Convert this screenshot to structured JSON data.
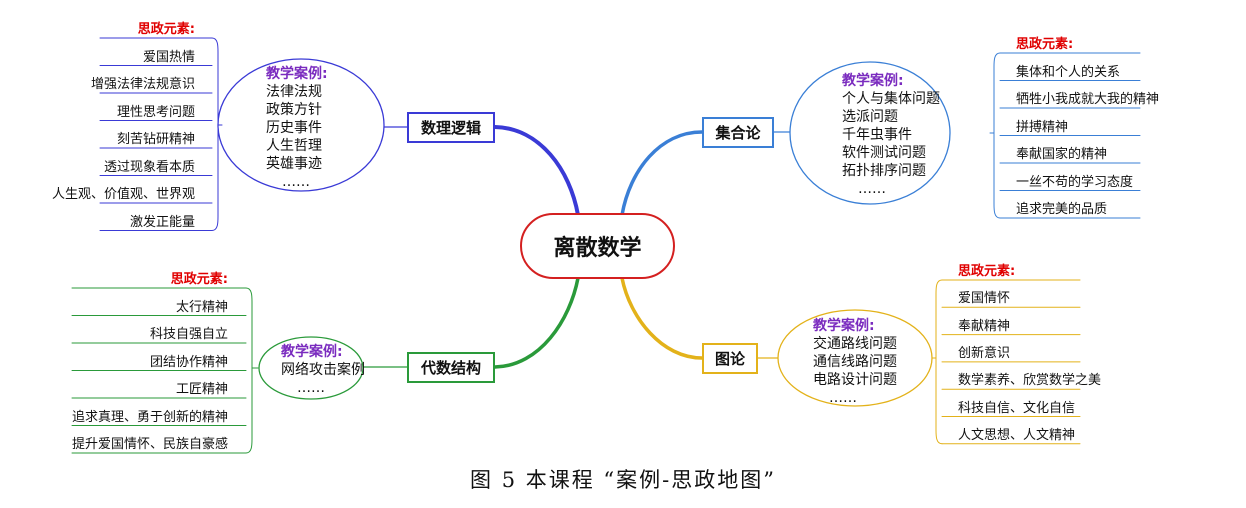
{
  "center": {
    "label": "离散数学",
    "color": "#d42020"
  },
  "branches": [
    {
      "id": "logic",
      "label": "数理逻辑",
      "color": "#3a3ad6",
      "cases_heading": "教学案例:",
      "cases": [
        "法律法规",
        "政策方针",
        "历史事件",
        "人生哲理",
        "英雄事迹",
        "……"
      ],
      "elements_heading": "思政元素:",
      "elements": [
        "爱国热情",
        "增强法律法规意识",
        "理性思考问题",
        "刻苦钻研精神",
        "透过现象看本质",
        "人生观、价值观、世界观",
        "激发正能量"
      ]
    },
    {
      "id": "sets",
      "label": "集合论",
      "color": "#3a7fd6",
      "cases_heading": "教学案例:",
      "cases": [
        "个人与集体问题",
        "选派问题",
        "千年虫事件",
        "软件测试问题",
        "拓扑排序问题",
        "……"
      ],
      "elements_heading": "思政元素:",
      "elements": [
        "集体和个人的关系",
        "牺牲小我成就大我的精神",
        "拼搏精神",
        "奉献国家的精神",
        "一丝不苟的学习态度",
        "追求完美的品质"
      ]
    },
    {
      "id": "algebra",
      "label": "代数结构",
      "color": "#2a9a3a",
      "cases_heading": "教学案例:",
      "cases": [
        "网络攻击案例",
        "……"
      ],
      "elements_heading": "思政元素:",
      "elements": [
        "太行精神",
        "科技自强自立",
        "团结协作精神",
        "工匠精神",
        "追求真理、勇于创新的精神",
        "提升爱国情怀、民族自豪感"
      ]
    },
    {
      "id": "graph",
      "label": "图论",
      "color": "#e3b21a",
      "cases_heading": "教学案例:",
      "cases": [
        "交通路线问题",
        "通信线路问题",
        "电路设计问题",
        "……"
      ],
      "elements_heading": "思政元素:",
      "elements": [
        "爱国情怀",
        "奉献精神",
        "创新意识",
        "数学素养、欣赏数学之美",
        "科技自信、文化自信",
        "人文思想、人文精神"
      ]
    }
  ],
  "caption": "图 5  本课程 “案例-思政地图”"
}
